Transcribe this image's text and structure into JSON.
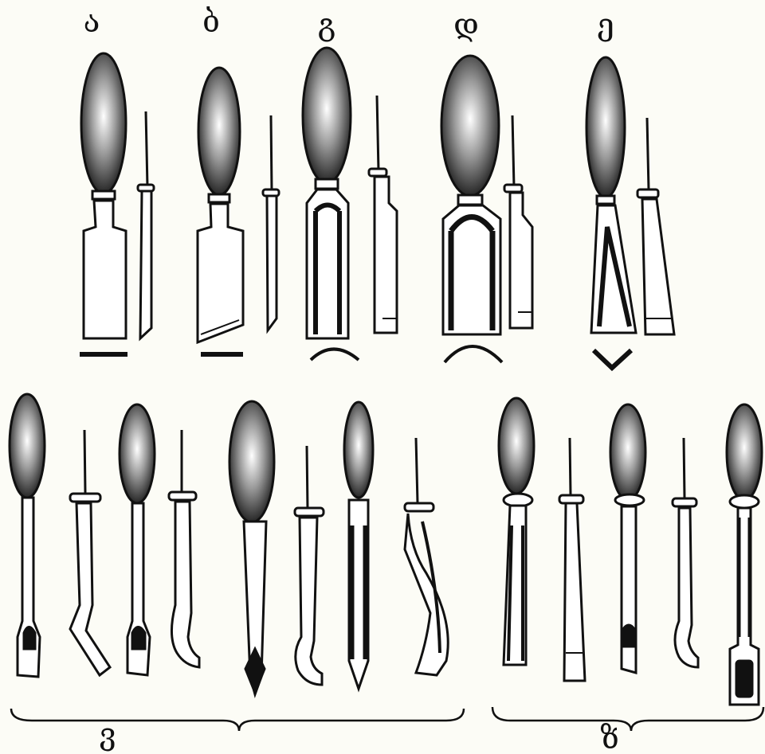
{
  "labels": {
    "a": "ა",
    "b": "ბ",
    "g": "გ",
    "d": "დ",
    "e": "ე",
    "v": "ვ",
    "z": "ზ"
  },
  "colors": {
    "ink": "#111111",
    "handle": "#1a1a1a",
    "paper": "#fcfcf6"
  },
  "icons": [
    "flat-chisel-icon",
    "skew-chisel-icon",
    "gouge-icon",
    "deep-gouge-icon",
    "v-parting-tool-icon",
    "spoon-gouge-icon",
    "bent-tool-icon",
    "straight-carving-tool-icon"
  ]
}
